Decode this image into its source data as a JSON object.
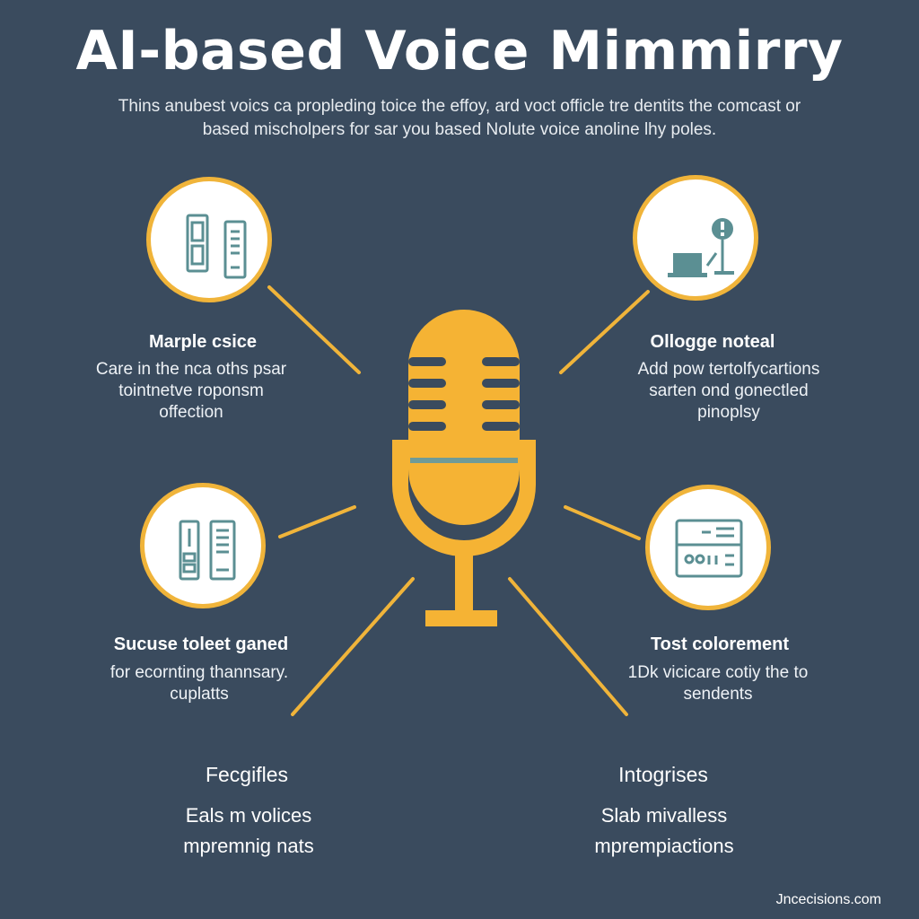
{
  "title": "AI-based Voice Mimmirry",
  "subtitle": {
    "line1": "Thins anubest voics ca propleding toice the effoy, ard voct officle tre dentits the comcast or",
    "line2": "based mischolpers for sar you based Nolute voice anoline lhy poles."
  },
  "features": [
    {
      "title": "Marple csice",
      "lines": [
        "Care in the nca oths psar",
        "tointnetve roponsm",
        "offection"
      ]
    },
    {
      "title": "Ollogge noteal",
      "lines": [
        "Add pow tertolfycartions",
        "sarten ond gonectled",
        "pinoplsy"
      ]
    },
    {
      "title": "Sucuse toleet ganed",
      "lines": [
        "for ecornting thannsary.",
        "cuplatts"
      ]
    },
    {
      "title": "Tost colorement",
      "lines": [
        "1Dk vicicare cotiy the to",
        "sendents"
      ]
    }
  ],
  "bottom": [
    {
      "title": "Fecgifles",
      "lines": [
        "Eals m volices",
        "mpremnig nats"
      ]
    },
    {
      "title": "Intogrises",
      "lines": [
        "Slab mivalless",
        "mprempiactions"
      ]
    }
  ],
  "icons": {
    "center": "microphone-icon",
    "top_left": "mobile-devices-icon",
    "top_right": "laptop-alert-icon",
    "mid_left": "server-devices-icon",
    "mid_right": "dashboard-panel-icon"
  },
  "footer": "Jncecisions.com",
  "colors": {
    "background": "#3a4b5e",
    "accent": "#f0b43a",
    "icon_teal": "#5b8f93"
  }
}
